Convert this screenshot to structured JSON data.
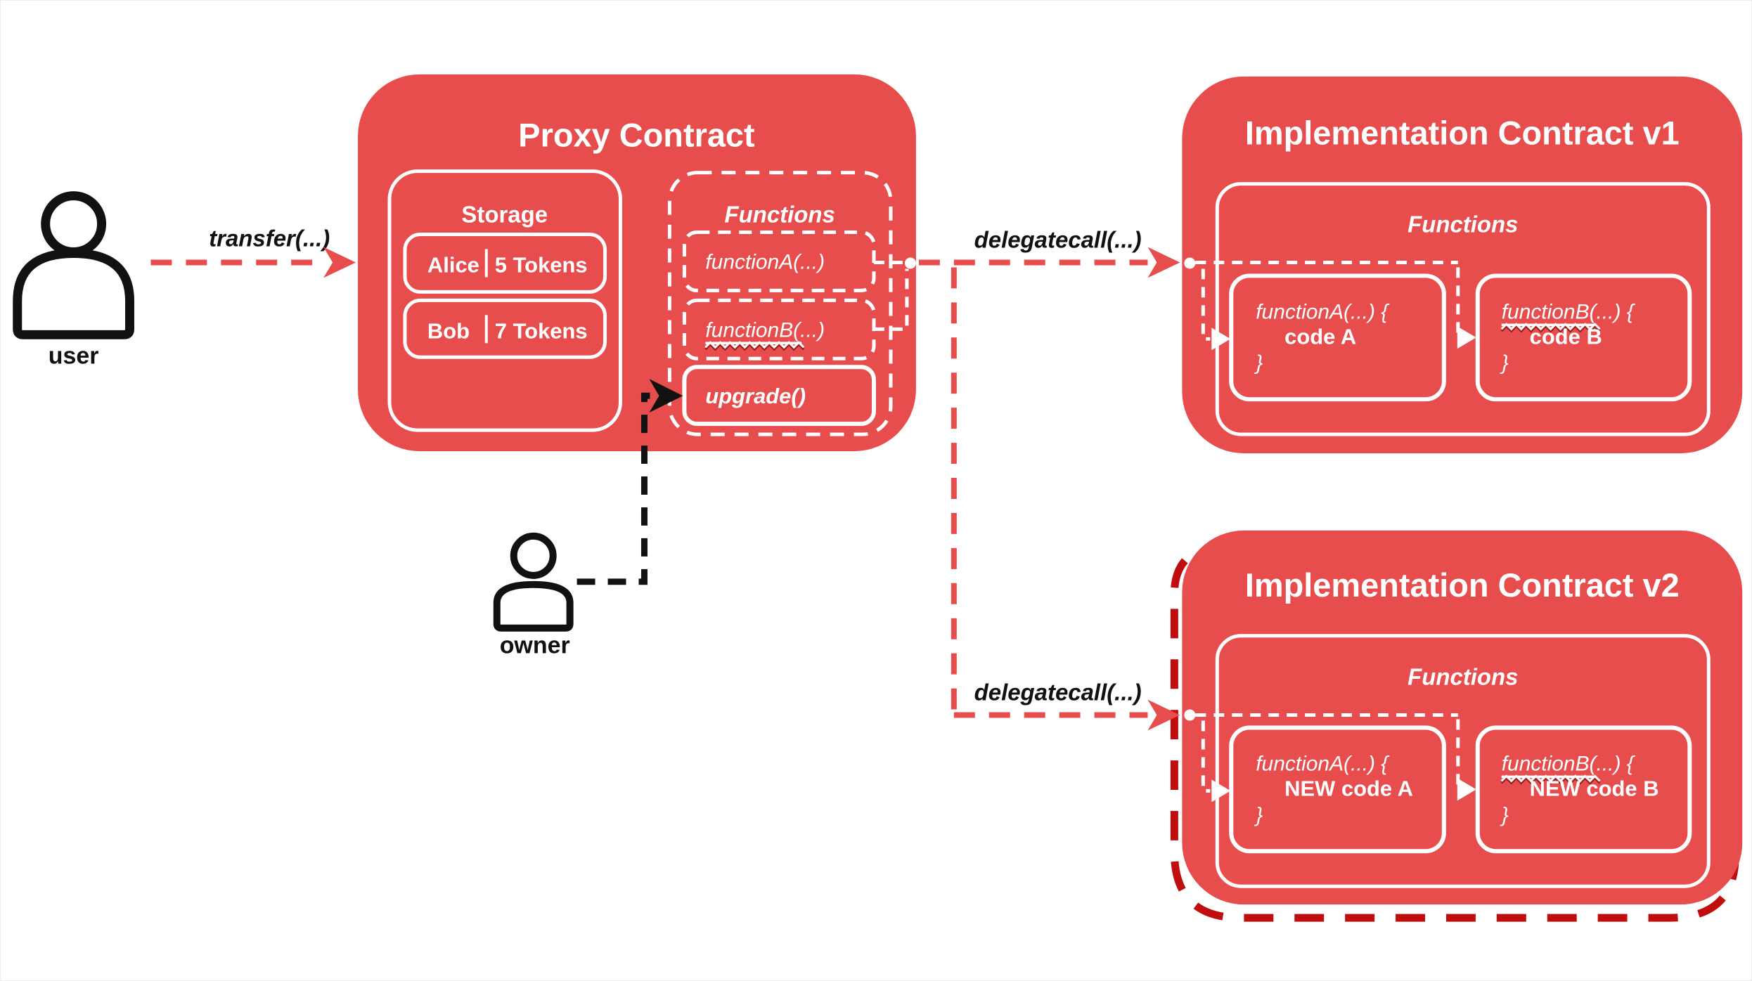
{
  "palette": {
    "box_red": "#E84D4D",
    "outline_dark_red": "#C00D0D",
    "arrow_red": "#E84D4D",
    "text_black": "#111111",
    "text_white": "#FFFFFF"
  },
  "actors": {
    "user": {
      "label": "user"
    },
    "owner": {
      "label": "owner"
    }
  },
  "labels": {
    "transfer": "transfer(...)",
    "delegatecall_v1": "delegatecall(...)",
    "delegatecall_v2": "delegatecall(...)"
  },
  "proxy": {
    "title": "Proxy Contract",
    "storage": {
      "title": "Storage",
      "rows": [
        {
          "name": "Alice",
          "value": "5 Tokens"
        },
        {
          "name": "Bob",
          "value": "7 Tokens"
        }
      ]
    },
    "functions": {
      "title": "Functions",
      "function_a": "functionA(...)",
      "function_b_name": "functionB",
      "function_b_args": "(...)",
      "upgrade": "upgrade()"
    }
  },
  "impl_v1": {
    "title": "Implementation Contract v1",
    "functions_title": "Functions",
    "function_a": {
      "signature": "functionA(...) {",
      "body": "code A",
      "close": "}"
    },
    "function_b": {
      "name": "functionB",
      "args": "(...) {",
      "body": "code B",
      "close": "}"
    }
  },
  "impl_v2": {
    "title": "Implementation Contract v2",
    "functions_title": "Functions",
    "function_a": {
      "signature": "functionA(...) {",
      "body": "NEW code A",
      "close": "}"
    },
    "function_b": {
      "name": "functionB",
      "args": "(...) {",
      "body": "NEW code B",
      "close": "}"
    }
  }
}
